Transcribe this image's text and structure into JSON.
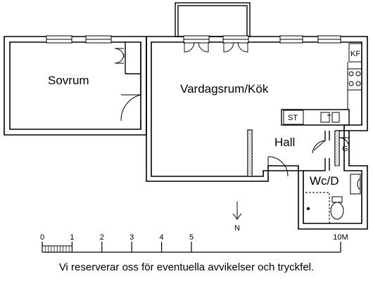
{
  "rooms": {
    "bedroom": "Sovrum",
    "living_kitchen": "Vardagsrum/Kök",
    "hall": "Hall",
    "wc": "Wc/D"
  },
  "fixtures": {
    "fridge_freezer": "KF",
    "storage": "ST",
    "wardrobe": "G"
  },
  "compass": {
    "north": "N"
  },
  "scale": {
    "ticks": [
      "0",
      "1",
      "2",
      "3",
      "4",
      "5",
      "10M"
    ]
  },
  "disclaimer": "Vi reserverar oss för eventuella avvikelser och tryckfel."
}
